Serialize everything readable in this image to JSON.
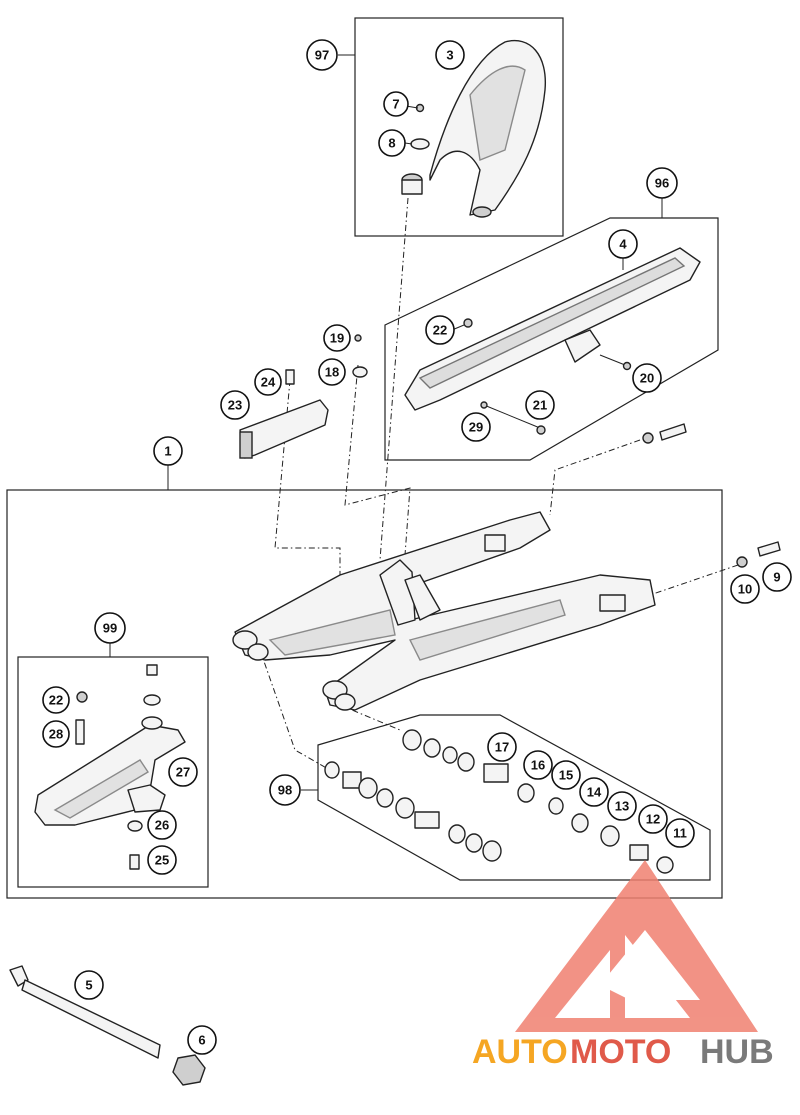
{
  "callouts": {
    "c1": "1",
    "c3": "3",
    "c4": "4",
    "c5": "5",
    "c6": "6",
    "c7": "7",
    "c8": "8",
    "c9": "9",
    "c10": "10",
    "c11": "11",
    "c12": "12",
    "c13": "13",
    "c14": "14",
    "c15": "15",
    "c16": "16",
    "c17": "17",
    "c18": "18",
    "c19": "19",
    "c20": "20",
    "c21": "21",
    "c22a": "22",
    "c22b": "22",
    "c23": "23",
    "c24": "24",
    "c25": "25",
    "c26": "26",
    "c27": "27",
    "c28": "28",
    "c29": "29",
    "c96": "96",
    "c97": "97",
    "c98": "98",
    "c99": "99"
  },
  "watermark": {
    "part1": "AUTO",
    "part2": "MOTO",
    "part3": "HUB",
    "colors": {
      "triangle": "#f08070",
      "orange": "#f5a623",
      "red": "#e05a4a",
      "gray": "#7a7a7a"
    }
  }
}
